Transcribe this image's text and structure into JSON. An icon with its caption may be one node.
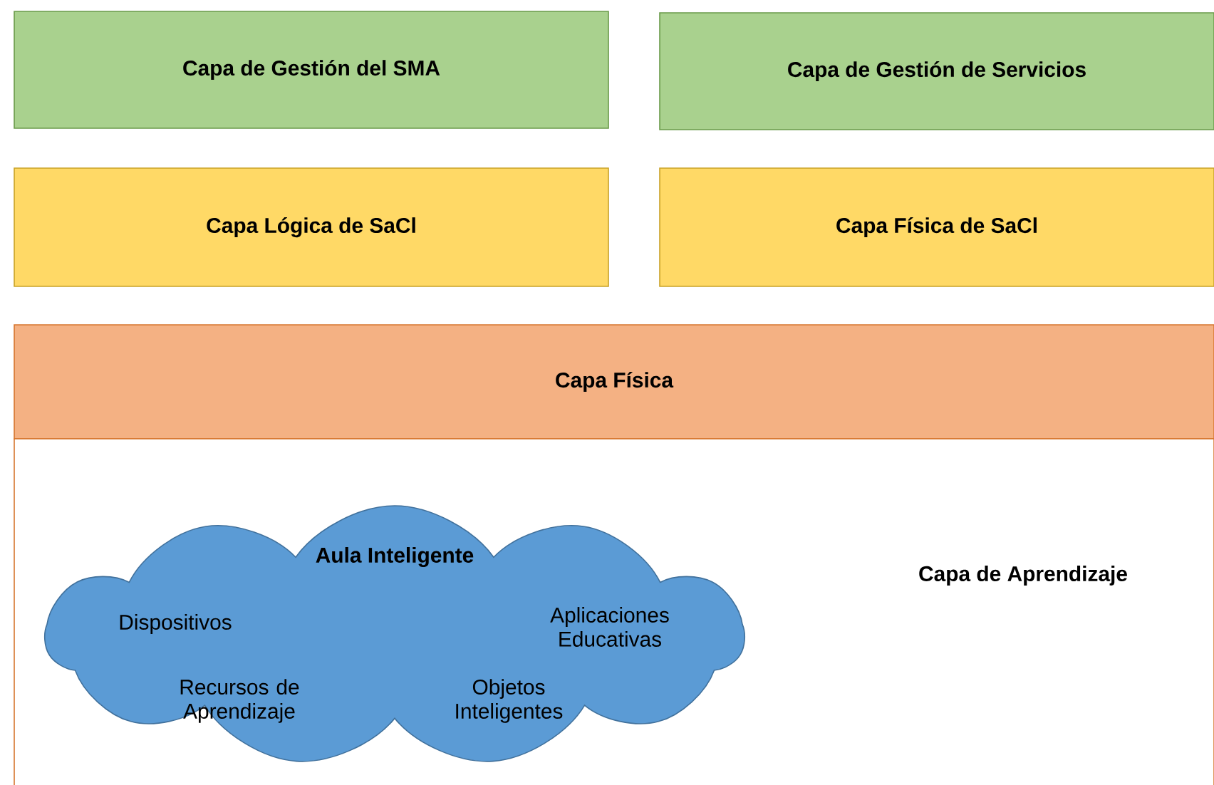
{
  "diagram": {
    "nodes": [
      {
        "text": [
          "Capa de Gestión del SMA"
        ]
      },
      {
        "text": [
          "Capa de Gestión de Servicios"
        ]
      },
      {
        "text": [
          "Capa Lógica de SaCl"
        ]
      },
      {
        "text": [
          "Capa Física de SaCl"
        ]
      },
      {
        "text": [
          "Capa Física"
        ]
      },
      {
        "text": [
          "Capa de Aprendizaje"
        ]
      },
      {
        "text": [
          "Aula Inteligente",
          "Dispositivos",
          "Recursos de Aprendizaje",
          "Objetos Inteligentes",
          "Aplicaciones Educativas"
        ],
        "in": 5
      }
    ]
  }
}
